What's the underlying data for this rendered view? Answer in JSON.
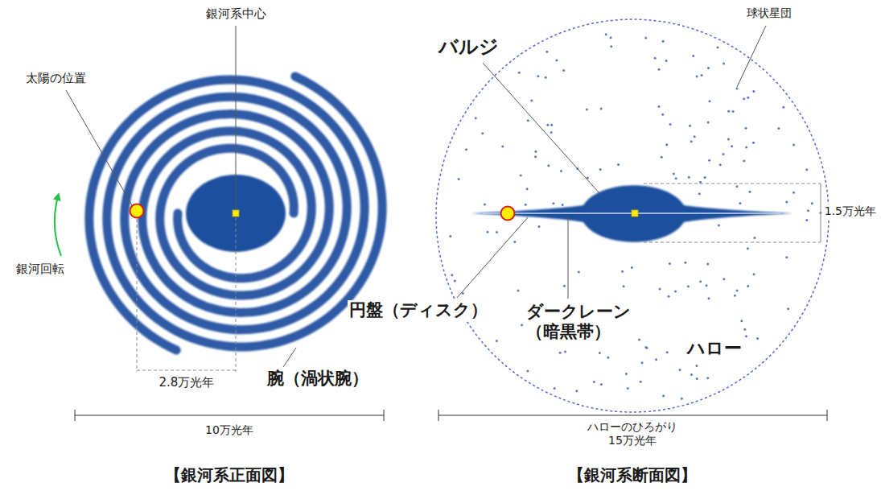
{
  "diagram": {
    "labels": [
      "銀河系中心",
      "太陽の位置",
      "銀河回転",
      "2.8万光年",
      "腕（渦状腕）",
      "10万光年",
      "【銀河系正面図】",
      "球状星団",
      "バルジ",
      "1.5万光年",
      "円盤（ディスク）",
      "ダークレーン （暗黒帯）",
      "ハロー",
      "ハローのひろがり 15万光年",
      "【銀河系断面図】"
    ]
  }
}
